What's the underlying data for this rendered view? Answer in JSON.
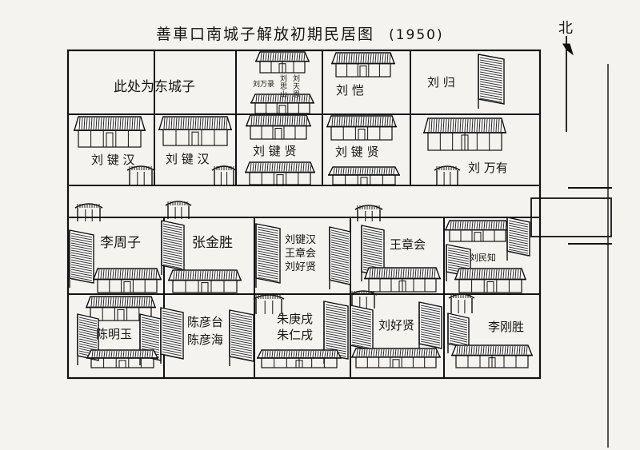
{
  "title": "善車口南城子解放初期民居图",
  "year": "(1950)",
  "north_label": "北",
  "labels": {
    "fort": "此处为东城子",
    "liu_wanlu": "刘万录",
    "liu_sige": "刘思山",
    "liu_tianen": "刘天恩",
    "liu_kai": "刘 恺",
    "liu_gui": "刘 归",
    "liu_jianhan_1": "刘 键 汉",
    "liu_jianhan_2": "刘 键 汉",
    "liu_jianxian_1": "刘 键 贤",
    "liu_jianxian_2": "刘 键 贤",
    "liu_wanyou": "刘 万有",
    "li_zhouzi": "李周子",
    "zhang_jinsheng": "张金胜",
    "multi_1": "刘键汉\n王章会\n刘好贤",
    "wang_zhanghui": "王章会",
    "liu_minzhi": "刘民知",
    "chen_mingyu": "陈明玉",
    "chen_yantai": "陈彦台\n陈彦海",
    "zhu_gengchen": "朱庚戌\n朱仁戌",
    "liu_haoxian": "刘好贤",
    "li_gangsheng": "李刚胜"
  }
}
